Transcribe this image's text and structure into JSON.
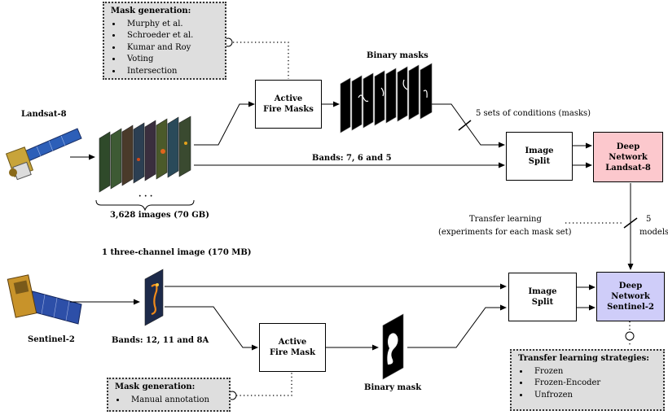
{
  "labels": {
    "landsat": "Landsat-8",
    "landsat_images": "3,628 images (70 GB)",
    "binary_masks": "Binary masks",
    "bands_landsat": "Bands: 7, 6 and 5",
    "five_sets": "5 sets of conditions (masks)",
    "transfer_line1": "Transfer learning",
    "transfer_line2": "(experiments for each mask set)",
    "five_models_1": "5",
    "five_models_2": "models",
    "sentinel": "Sentinel-2",
    "sentinel_image": "1 three-channel image (170 MB)",
    "bands_sentinel": "Bands: 12, 11 and 8A",
    "binary_mask": "Binary mask",
    "dots": "· · ·"
  },
  "boxes": {
    "active_fire_masks": [
      "Active",
      "Fire Masks"
    ],
    "image_split_top": [
      "Image",
      "Split"
    ],
    "deep_landsat": [
      "Deep",
      "Network",
      "Landsat-8"
    ],
    "deep_sentinel": [
      "Deep",
      "Network",
      "Sentinel-2"
    ],
    "image_split_bottom": [
      "Image",
      "Split"
    ],
    "active_fire_mask": [
      "Active",
      "Fire Mask"
    ]
  },
  "notes": {
    "mask_generation_top": {
      "title": "Mask generation:",
      "items": [
        "Murphy et al.",
        "Schroeder et al.",
        "Kumar and Roy",
        "Voting",
        "Intersection"
      ]
    },
    "mask_generation_bottom": {
      "title": "Mask generation:",
      "items": [
        "Manual annotation"
      ]
    },
    "transfer_strategies": {
      "title": "Transfer learning strategies:",
      "items": [
        "Frozen",
        "Frozen-Encoder",
        "Unfrozen"
      ]
    }
  },
  "colors": {
    "deep_landsat_fill": "#fcc8cd",
    "deep_sentinel_fill": "#cfcdf9",
    "note_fill": "#dedede"
  }
}
